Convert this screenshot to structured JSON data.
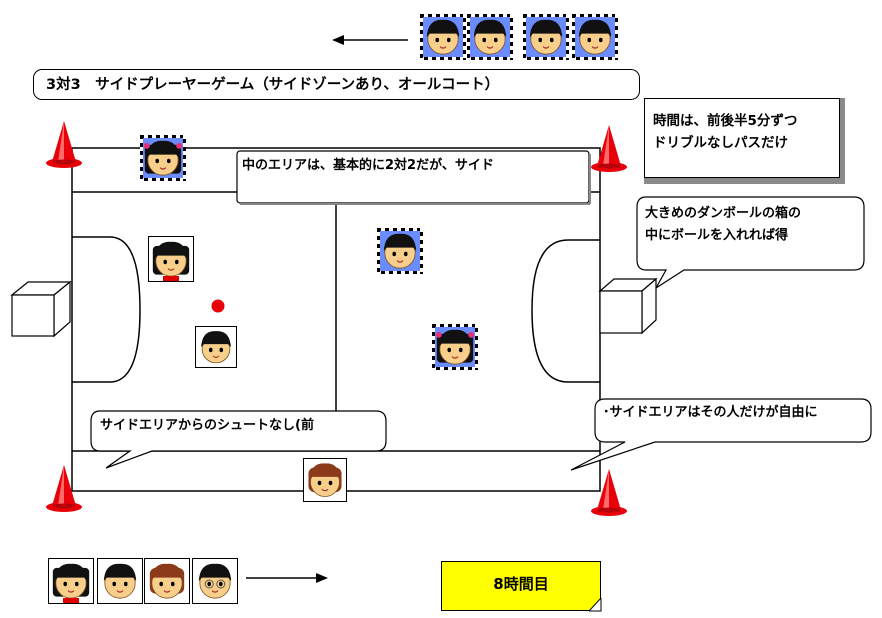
{
  "title": "3対3　サイドプレーヤーゲーム（サイドゾーンあり、オールコート）",
  "time_note": {
    "line1": "時間は、前後半5分ずつ",
    "line2": "ドリブルなしパスだけ"
  },
  "callouts": {
    "middle": "中のエリアは、基本的に2対2だが、サイド",
    "goal_line1": "大きめのダンボールの箱の",
    "goal_line2": "中にボールを入れれば得",
    "shoot": "サイドエリアからのシュートなし(前",
    "side": "･サイドエリアはその人だけが自由に"
  },
  "period_label": "8時間目",
  "colors": {
    "cone": "#e8000a",
    "ball": "#e8000a",
    "period_bg": "#ffff00",
    "face_skin": "#f7cf8a",
    "hair": "#111111",
    "brown_hair": "#8b3a1a"
  }
}
